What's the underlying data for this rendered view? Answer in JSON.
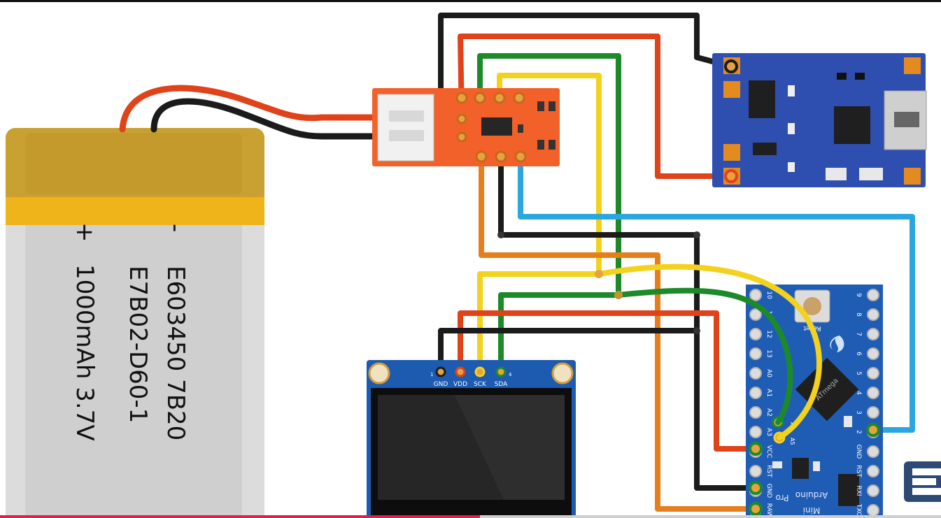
{
  "battery": {
    "minus_sign": "-",
    "plus_sign": "+",
    "line1": "E603450 7B20",
    "line2": "E7B02-D60-1",
    "line3": "1000mAh 3.7V"
  },
  "oled": {
    "pin_first": "1",
    "pin_last": "4",
    "pins": [
      "GND",
      "VDD",
      "SCK",
      "SDA"
    ]
  },
  "arduino": {
    "reset_label": "Reset",
    "chip_label": "ATmega",
    "name_line1": "Arduino",
    "name_line2": "Pro",
    "name_line3": "Mini",
    "left_pins": [
      "10",
      "11",
      "12",
      "13",
      "A0",
      "A1",
      "A2",
      "A3",
      "VCC",
      "RST",
      "GND",
      "RAW"
    ],
    "right_pins": [
      "9",
      "8",
      "7",
      "6",
      "5",
      "4",
      "3",
      "2",
      "GND",
      "RST",
      "RXI",
      "TXO"
    ],
    "inner_labels": [
      "A4",
      "A5"
    ]
  },
  "colors": {
    "black_wire": "#1b1b1b",
    "red_wire": "#e0421a",
    "green_wire": "#1d8a2a",
    "yellow_wire": "#f3d21e",
    "blue_wire": "#2aa7df",
    "orange_wire": "#e57f1d",
    "battery_gold": "#c8a23a",
    "battery_body": "#d9d9d9",
    "sensor_board": "#f2612a",
    "charger_board": "#2f4fb0",
    "arduino_board": "#1f5db5",
    "oled_board": "#1c5bb0",
    "progress_bar": "#e21e4c"
  },
  "video_progress": 0.51
}
